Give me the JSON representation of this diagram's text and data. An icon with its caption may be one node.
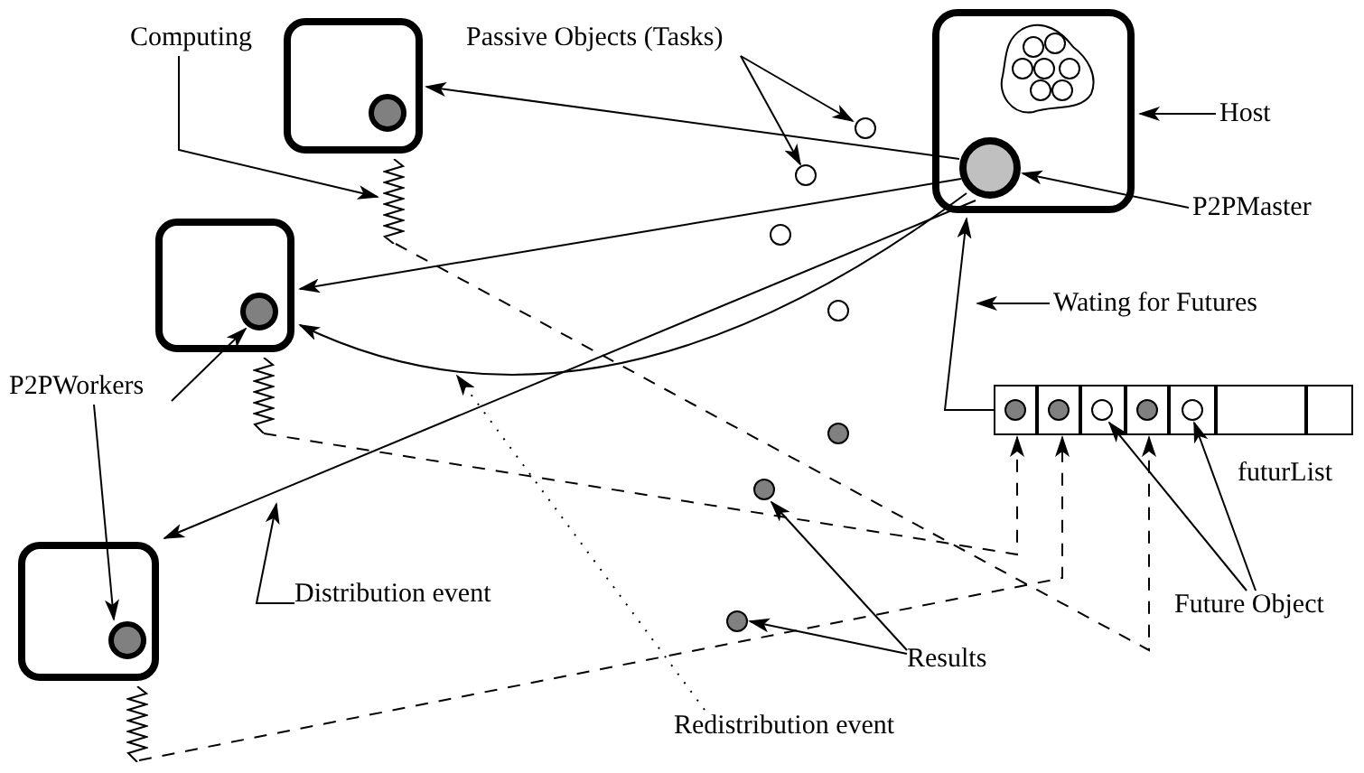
{
  "diagram": {
    "nodes": [
      {
        "text": [],
        "shape": "box"
      },
      {
        "text": [],
        "shape": "cloud",
        "in": 0
      },
      {
        "text": [],
        "shape": "circle",
        "in": 0
      },
      {
        "text": [],
        "shape": "box"
      },
      {
        "text": [],
        "shape": "circle",
        "in": 3
      },
      {
        "text": [],
        "shape": "box"
      },
      {
        "text": [],
        "shape": "circle",
        "in": 5
      },
      {
        "text": [],
        "shape": "box"
      },
      {
        "text": [],
        "shape": "circle",
        "in": 7
      },
      {
        "text": [],
        "shape": "spring"
      },
      {
        "text": [],
        "shape": "spring"
      },
      {
        "text": [],
        "shape": "spring"
      },
      {
        "text": [],
        "shape": "circle"
      },
      {
        "text": [],
        "shape": "circle"
      },
      {
        "text": [],
        "shape": "circle"
      },
      {
        "text": [],
        "shape": "circle"
      },
      {
        "text": [],
        "shape": "circle"
      },
      {
        "text": [],
        "shape": "circle"
      },
      {
        "text": [],
        "shape": "circle"
      },
      {
        "text": [],
        "shape": "box",
        "beside": [
          "futurList"
        ]
      },
      {
        "text": [],
        "shape": "box",
        "in": 19
      },
      {
        "text": [],
        "shape": "box",
        "in": 19
      },
      {
        "text": [],
        "shape": "box",
        "in": 19
      },
      {
        "text": [],
        "shape": "box",
        "in": 19
      },
      {
        "text": [],
        "shape": "box",
        "in": 19
      },
      {
        "text": [],
        "shape": "box",
        "in": 19
      },
      {
        "text": [],
        "shape": "box",
        "in": 19
      },
      {
        "text": [],
        "shape": "circle",
        "in": 20
      },
      {
        "text": [],
        "shape": "circle",
        "in": 21
      },
      {
        "text": [],
        "shape": "circle",
        "in": 22
      },
      {
        "text": [],
        "shape": "circle",
        "in": 23
      },
      {
        "text": [],
        "shape": "circle",
        "in": 24
      },
      {
        "text": [
          "Computing"
        ]
      },
      {
        "text": [
          "Passive Objects (Tasks)"
        ]
      },
      {
        "text": [
          "Host"
        ]
      },
      {
        "text": [
          "P2PMaster"
        ]
      },
      {
        "text": [
          "Wating for Futures"
        ]
      },
      {
        "text": [
          "P2PWorkers"
        ]
      },
      {
        "text": [
          "Distribution event"
        ]
      },
      {
        "text": [
          "Redistribution event"
        ]
      },
      {
        "text": [
          "Future Object"
        ]
      },
      {
        "text": [
          "Results"
        ]
      }
    ],
    "edges": [
      {
        "from": 2,
        "to": 3,
        "arrow": "to"
      },
      {
        "from": 2,
        "to": 5,
        "arrow": "to"
      },
      {
        "from": 2,
        "to": 5,
        "arrow": "to"
      },
      {
        "from": 2,
        "to": 7,
        "arrow": "to"
      },
      {
        "from": 19,
        "to": 0,
        "arrow": "to"
      },
      {
        "from": 9,
        "to": 23,
        "arrow": "to",
        "style": "dashed"
      },
      {
        "from": 10,
        "to": 20,
        "arrow": "to",
        "style": "dashed"
      },
      {
        "from": 11,
        "to": 21,
        "arrow": "to",
        "style": "dashed"
      },
      {
        "from": 32,
        "to": 9,
        "arrow": "to"
      },
      {
        "from": 33,
        "to": 12,
        "arrow": "to"
      },
      {
        "from": 33,
        "to": 13,
        "arrow": "to"
      },
      {
        "from": 34,
        "to": 0,
        "arrow": "to"
      },
      {
        "from": 35,
        "to": 2,
        "arrow": "to"
      },
      {
        "from": 36,
        "to": null,
        "arrow": "to"
      },
      {
        "from": 37,
        "to": 6,
        "arrow": "to"
      },
      {
        "from": 37,
        "to": 8,
        "arrow": "to"
      },
      {
        "from": 38,
        "to": null,
        "arrow": "to"
      },
      {
        "from": 39,
        "to": null,
        "arrow": "to",
        "style": "dashed"
      },
      {
        "from": 40,
        "to": 29,
        "arrow": "to"
      },
      {
        "from": 40,
        "to": 31,
        "arrow": "to"
      },
      {
        "from": 41,
        "to": 17,
        "arrow": "to"
      },
      {
        "from": 41,
        "to": 18,
        "arrow": "to"
      }
    ]
  }
}
